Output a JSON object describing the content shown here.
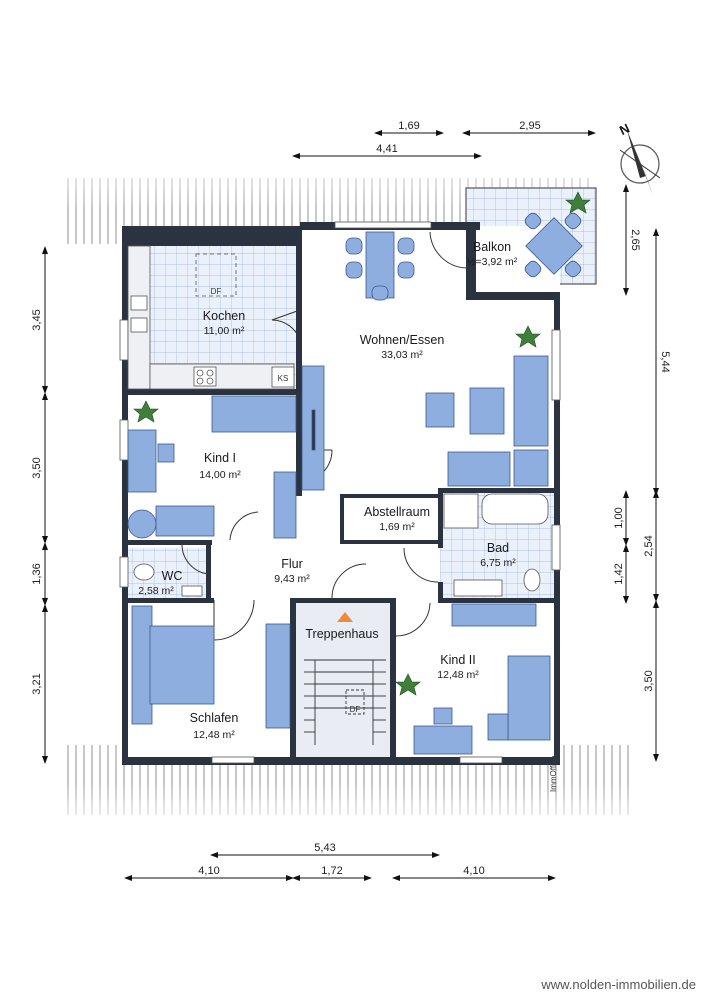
{
  "compass": {
    "label": "N"
  },
  "dimensions": {
    "top_1": "1,69",
    "top_2": "2,95",
    "top_3": "4,41",
    "left_1": "3,45",
    "left_2": "3,50",
    "left_3": "1,36",
    "left_4": "3,21",
    "right_1": "2,65",
    "right_2": "5,44",
    "right_3": "1,00",
    "right_4": "2,54",
    "right_5": "1,42",
    "right_6": "3,50",
    "bottom_1": "5,43",
    "bottom_2": "4,10",
    "bottom_3": "1,72",
    "bottom_4": "4,10"
  },
  "rooms": {
    "kochen": {
      "name": "Kochen",
      "area": "11,00 m²"
    },
    "wohnen": {
      "name": "Wohnen/Essen",
      "area": "33,03 m²"
    },
    "balkon": {
      "name": "Balkon",
      "area": "½=3,92 m²"
    },
    "kind1": {
      "name": "Kind I",
      "area": "14,00 m²"
    },
    "abstell": {
      "name": "Abstellraum",
      "area": "1,69 m²"
    },
    "bad": {
      "name": "Bad",
      "area": "6,75 m²"
    },
    "wc": {
      "name": "WC",
      "area": "2,58 m²"
    },
    "flur": {
      "name": "Flur",
      "area": "9,43 m²"
    },
    "treppe": {
      "name": "Treppenhaus"
    },
    "kind2": {
      "name": "Kind II",
      "area": "12,48 m²"
    },
    "schlafen": {
      "name": "Schlafen",
      "area": "12,48 m²"
    }
  },
  "labels": {
    "df_kitchen": "DF",
    "df_stairs": "DF",
    "ks": "KS",
    "watermark": "ImmOffice"
  },
  "footer": {
    "website": "www.nolden-immobilien.de"
  }
}
